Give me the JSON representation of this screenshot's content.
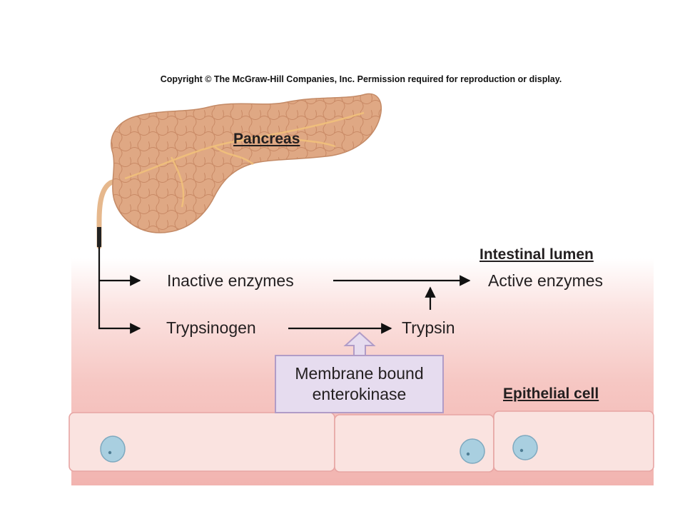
{
  "copyright": "Copyright © The McGraw-Hill Companies, Inc. Permission required for reproduction or display.",
  "labels": {
    "pancreas": "Pancreas",
    "intestinal_lumen": "Intestinal lumen",
    "epithelial_cell": "Epithelial cell"
  },
  "flow": {
    "inactive_enzymes": "Inactive enzymes",
    "active_enzymes": "Active enzymes",
    "trypsinogen": "Trypsinogen",
    "trypsin": "Trypsin",
    "enterokinase_line1": "Membrane bound",
    "enterokinase_line2": "enterokinase"
  },
  "colors": {
    "pancreas_fill": "#dfa884",
    "duct": "#e6b88d",
    "cell_fill": "#fae3e0",
    "nucleus": "#a9cfe0",
    "box_fill": "#e6dcef",
    "box_border": "#b19cc7"
  }
}
